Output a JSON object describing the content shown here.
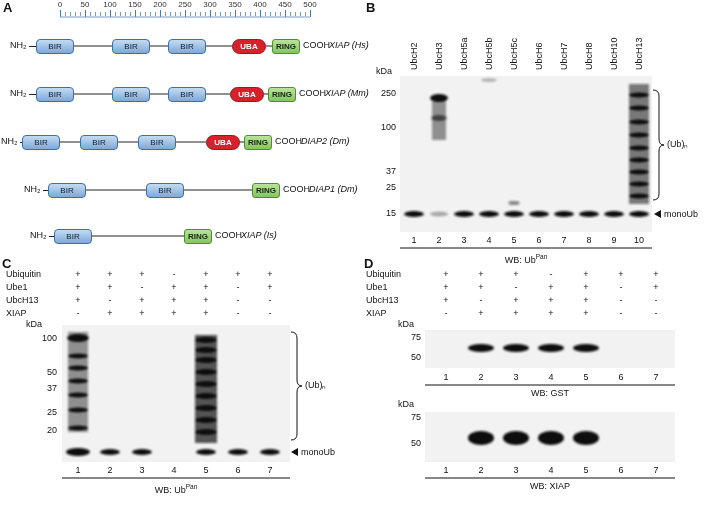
{
  "diagram": {
    "nodes": [
      {
        "text": [
          "BIR"
        ]
      },
      {
        "text": [
          "BIR"
        ]
      },
      {
        "text": [
          "BIR"
        ]
      },
      {
        "text": [
          "UBA"
        ]
      },
      {
        "text": [
          "RING"
        ]
      },
      {
        "text": [
          "BIR"
        ]
      },
      {
        "text": [
          "BIR"
        ]
      },
      {
        "text": [
          "BIR"
        ]
      },
      {
        "text": [
          "UBA"
        ]
      },
      {
        "text": [
          "RING"
        ]
      },
      {
        "text": [
          "BIR"
        ]
      },
      {
        "text": [
          "BIR"
        ]
      },
      {
        "text": [
          "BIR"
        ]
      },
      {
        "text": [
          "UBA"
        ]
      },
      {
        "text": [
          "RING"
        ]
      },
      {
        "text": [
          "BIR"
        ]
      },
      {
        "text": [
          "BIR"
        ]
      },
      {
        "text": [
          "RING"
        ]
      },
      {
        "text": [
          "BIR"
        ]
      },
      {
        "text": [
          "RING"
        ]
      }
    ],
    "edges": [
      {
        "from": 0,
        "to": 1,
        "arrow": "none"
      },
      {
        "from": 1,
        "to": 2,
        "arrow": "none"
      },
      {
        "from": 2,
        "to": 3,
        "arrow": "none"
      },
      {
        "from": 3,
        "to": 4,
        "arrow": "none"
      },
      {
        "from": 5,
        "to": 6,
        "arrow": "none"
      },
      {
        "from": 6,
        "to": 7,
        "arrow": "none"
      },
      {
        "from": 7,
        "to": 8,
        "arrow": "none"
      },
      {
        "from": 8,
        "to": 9,
        "arrow": "none"
      },
      {
        "from": 10,
        "to": 11,
        "arrow": "none"
      },
      {
        "from": 11,
        "to": 12,
        "arrow": "none"
      },
      {
        "from": 12,
        "to": 13,
        "arrow": "none"
      },
      {
        "from": 13,
        "to": 14,
        "arrow": "none"
      },
      {
        "from": 15,
        "to": 16,
        "arrow": "none"
      },
      {
        "from": 16,
        "to": 17,
        "arrow": "none"
      },
      {
        "from": 18,
        "to": 19,
        "arrow": "none"
      }
    ],
    "labels": [
      "A",
      "0",
      "50",
      "100",
      "150",
      "200",
      "250",
      "300",
      "350",
      "400",
      "450",
      "500",
      "NH₂",
      "COOH",
      "XIAP (Hs)",
      "NH₂",
      "COOH",
      "XIAP (Mm)",
      "NH₂",
      "COOH",
      "DIAP2 (Dm)",
      "NH₂",
      "COOH",
      "DIAP1 (Dm)",
      "NH₂",
      "COOH",
      "XIAP (Is)",
      "B",
      "UbcH2",
      "UbcH3",
      "UbcH5a",
      "UbcH5b",
      "UbcH5c",
      "UbcH6",
      "UbcH7",
      "UbcH8",
      "UbcH10",
      "UbcH13",
      "kDa",
      "250",
      "100",
      "37",
      "25",
      "15",
      "(Ub)ₙ",
      "monoUb",
      "1",
      "2",
      "3",
      "4",
      "5",
      "6",
      "7",
      "8",
      "9",
      "10",
      "WB: Ub",
      "Pan",
      "C",
      "Ubiquitin",
      "+",
      "+",
      "+",
      "-",
      "+",
      "+",
      "+",
      "Ube1",
      "+",
      "+",
      "-",
      "+",
      "+",
      "-",
      "+",
      "UbcH13",
      "+",
      "-",
      "+",
      "+",
      "+",
      "-",
      "-",
      "XIAP",
      "-",
      "+",
      "+",
      "+",
      "+",
      "-",
      "-",
      "kDa",
      "100",
      "50",
      "37",
      "25",
      "20",
      "(Ub)ₙ",
      "monoUb",
      "1",
      "2",
      "3",
      "4",
      "5",
      "6",
      "7",
      "WB: Ub",
      "Pan",
      "D",
      "Ubiquitin",
      "+",
      "+",
      "+",
      "-",
      "+",
      "+",
      "+",
      "Ube1",
      "+",
      "+",
      "-",
      "+",
      "+",
      "-",
      "+",
      "UbcH13",
      "+",
      "-",
      "+",
      "+",
      "+",
      "-",
      "-",
      "XIAP",
      "-",
      "+",
      "+",
      "+",
      "+",
      "-",
      "-",
      "kDa",
      "75",
      "50",
      "1",
      "2",
      "3",
      "4",
      "5",
      "6",
      "7",
      "WB: GST",
      "kDa",
      "75",
      "50",
      "1",
      "2",
      "3",
      "4",
      "5",
      "6",
      "7",
      "WB: XIAP"
    ]
  }
}
